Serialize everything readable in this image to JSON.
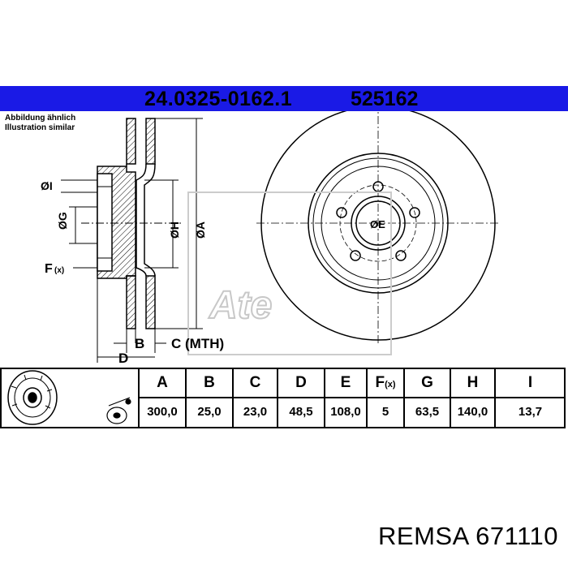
{
  "header": {
    "part_number": "24.0325-0162.1",
    "ref_number": "525162",
    "bar_color": "#1a1ae6"
  },
  "note": {
    "line1": "Abbildung ähnlich",
    "line2": "Illustration similar"
  },
  "drawing": {
    "labels": {
      "dia_i": "ØI",
      "dia_g": "ØG",
      "dia_h": "ØH",
      "dia_a": "ØA",
      "dia_e": "ØE",
      "f": "F",
      "f_sub": "(x)",
      "b": "B",
      "c": "C (MTH)",
      "d": "D"
    },
    "watermark": "Ate"
  },
  "table": {
    "headers": [
      "A",
      "B",
      "C",
      "D",
      "E",
      "F",
      "G",
      "H",
      "I"
    ],
    "f_sub": "(x)",
    "values": [
      "300,0",
      "25,0",
      "23,0",
      "48,5",
      "108,0",
      "5",
      "63,5",
      "140,0",
      "13,7"
    ]
  },
  "footer": {
    "text": "REMSA 671110"
  }
}
